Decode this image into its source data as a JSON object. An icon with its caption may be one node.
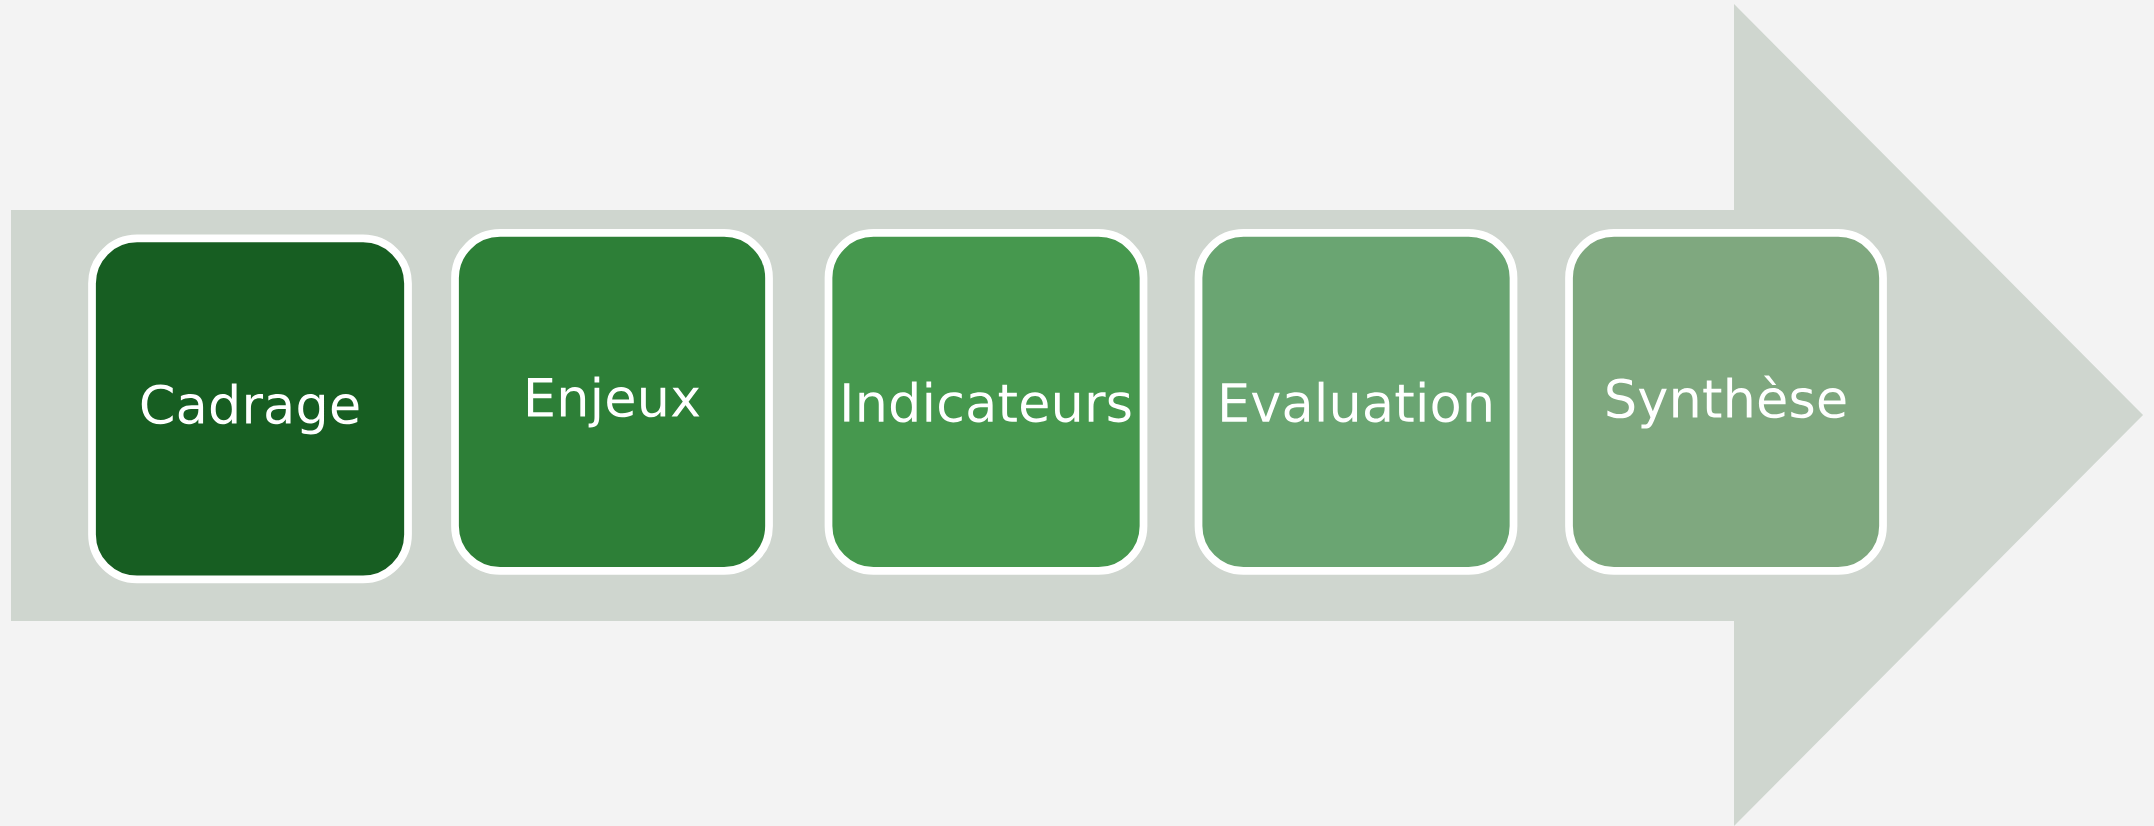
{
  "diagram": {
    "nodes": [
      {
        "text": [
          "Cadrage"
        ]
      },
      {
        "text": [
          "Enjeux"
        ]
      },
      {
        "text": [
          "Indicateurs"
        ]
      },
      {
        "text": [
          "Evaluation"
        ]
      },
      {
        "text": [
          "Synthèse"
        ]
      }
    ]
  }
}
